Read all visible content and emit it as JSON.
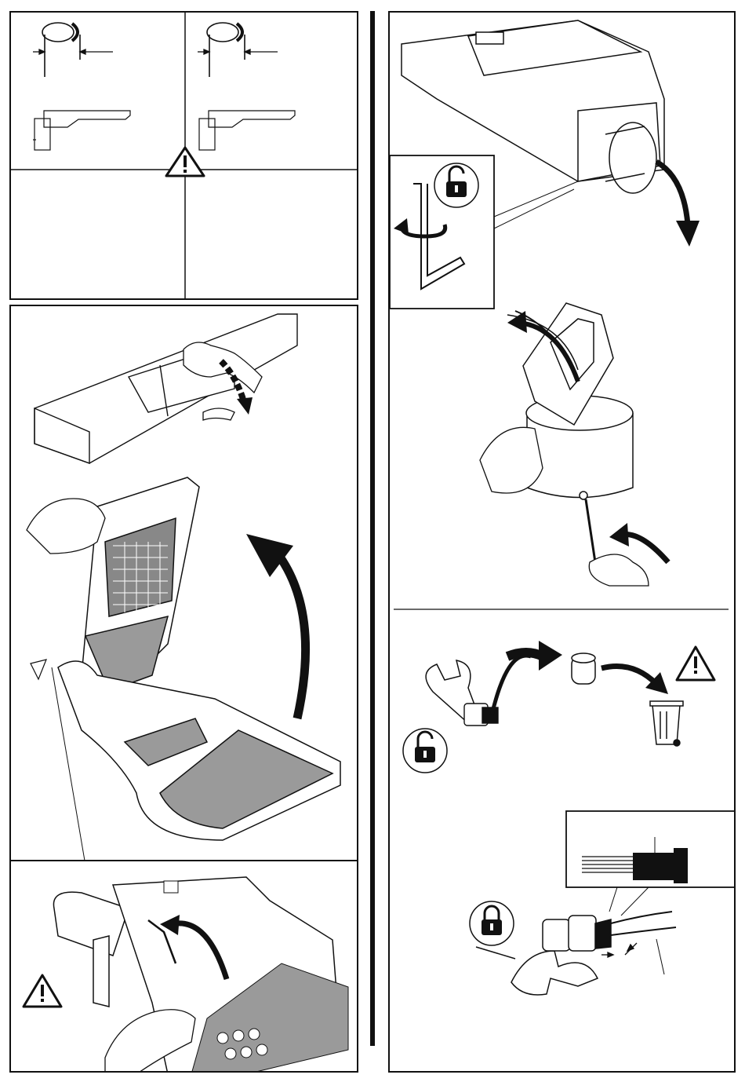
{
  "page": {
    "type": "installation-instruction-sheet",
    "ink_color": "#111111",
    "shade_color": "#9a9a9a",
    "background": "#ffffff"
  },
  "panels": {
    "top_left_grid": {
      "cells": [
        {
          "diagram": "pole-diameter-measurement",
          "icons": [
            "pole-tube-icon",
            "diameter-arrows-icon",
            "luminaire-side-profile-icon"
          ]
        },
        {
          "diagram": "pole-diameter-measurement",
          "icons": [
            "pole-tube-icon",
            "diameter-arrows-icon",
            "luminaire-side-profile-icon"
          ]
        },
        {
          "diagram": "empty",
          "icons": []
        },
        {
          "diagram": "empty",
          "icons": []
        }
      ],
      "warning_icon": "warning-triangle-icon"
    },
    "open_housing": {
      "icons": [
        "luminaire-housing-icon",
        "hand-icon",
        "curved-arrow-up-icon",
        "latch-clip-icon"
      ]
    },
    "screw_detail": {
      "icons": [
        "hex-key-icon",
        "hand-icon",
        "curved-arrow-icon",
        "warning-triangle-icon"
      ]
    },
    "spigot_removal": {
      "icons": [
        "luminaire-rear-icon",
        "curved-arrow-down-icon",
        "hex-key-icon",
        "unlock-padlock-icon",
        "rotate-arrow-icon"
      ]
    },
    "cable_feed": {
      "icons": [
        "pole-top-bracket-icon",
        "hand-icon",
        "cable-icon",
        "curved-arrow-icon"
      ]
    },
    "gland_discard": {
      "icons": [
        "wrench-icon",
        "cable-gland-icon",
        "gland-plug-icon",
        "waste-bin-icon",
        "unlock-padlock-icon",
        "warning-triangle-icon",
        "curved-arrow-icon"
      ]
    },
    "gland_tighten": {
      "icons": [
        "stripped-cable-icon",
        "wrench-icon",
        "cable-gland-icon",
        "lock-padlock-icon",
        "dimension-arrows-icon"
      ]
    }
  }
}
